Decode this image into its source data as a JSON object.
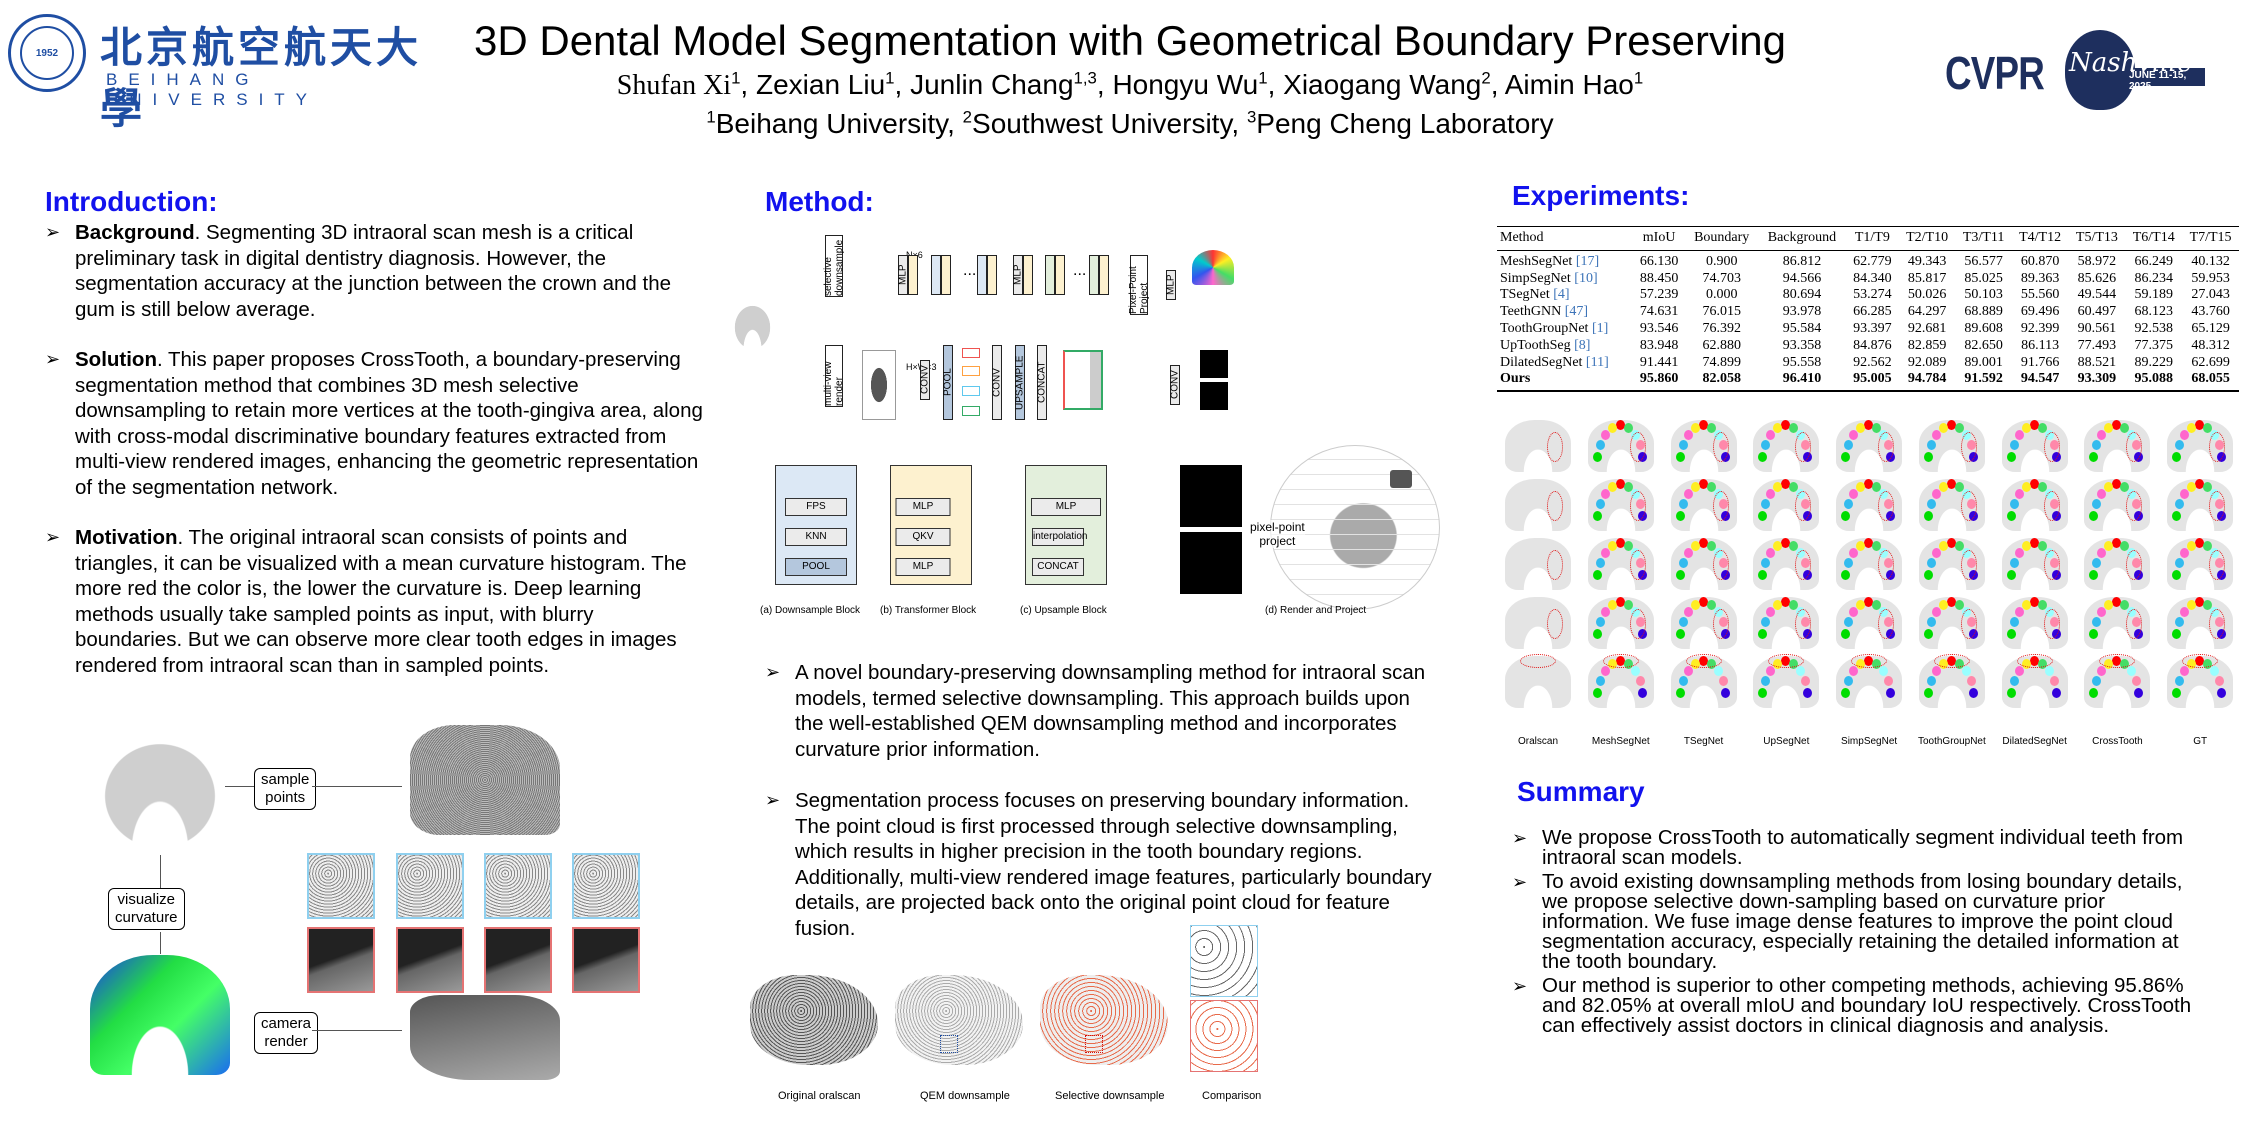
{
  "header": {
    "university_cn": "北京航空航天大學",
    "university_en": "BEIHANG UNIVERSITY",
    "seal_year": "1952",
    "title": "3D Dental Model Segmentation with Geometrical Boundary Preserving",
    "authors": [
      {
        "name": "Shufan Xi",
        "sup": "1"
      },
      {
        "name": "Zexian Liu",
        "sup": "1"
      },
      {
        "name": "Junlin Chang",
        "sup": "1,3"
      },
      {
        "name": "Hongyu Wu",
        "sup": "1"
      },
      {
        "name": "Xiaogang Wang",
        "sup": "2"
      },
      {
        "name": "Aimin Hao",
        "sup": "1"
      }
    ],
    "affiliations": [
      {
        "sup": "1",
        "name": "Beihang University"
      },
      {
        "sup": "2",
        "name": "Southwest University"
      },
      {
        "sup": "3",
        "name": "Peng Cheng Laboratory"
      }
    ],
    "conference": {
      "name": "CVPR",
      "city": "Nashville",
      "dates": "JUNE 11-15, 2025"
    }
  },
  "introduction": {
    "heading": "Introduction:",
    "bullets": [
      {
        "lead": "Background",
        "text": ". Segmenting 3D intraoral scan mesh is a critical preliminary task in digital dentistry diagnosis. However, the segmentation accuracy at the junction between the crown and the gum is still below average."
      },
      {
        "lead": "Solution",
        "text": ". This paper proposes CrossTooth, a boundary-preserving segmentation method that combines 3D mesh selective downsampling to retain more vertices at the tooth-gingiva area, along with cross-modal discriminative boundary features extracted from multi-view rendered images, enhancing the geometric representation of the segmentation network."
      },
      {
        "lead": "Motivation",
        "text": ". The original intraoral scan consists of points and triangles, it can be visualized with a mean curvature histogram. The more red the color is, the lower the curvature is. Deep learning methods usually take sampled points as input, with blurry boundaries. But we can observe more clear tooth edges in images rendered from intraoral scan than in sampled points."
      }
    ],
    "figure": {
      "sample_points": "sample\npoints",
      "visualize_curvature": "visualize\ncurvature",
      "camera_render": "camera\nrender"
    }
  },
  "method": {
    "heading": "Method:",
    "diagram": {
      "selective_downsample": "selective downsample",
      "multi_view_render": "multi-view render",
      "n6": "N×6",
      "hw3": "H×W×3",
      "mlp": "MLP",
      "conv": "CONV",
      "pool": "POOL",
      "upsample": "UPSAMPLE",
      "concat": "CONCAT",
      "pixel_point_project": "Pixel-Point Project",
      "ellipsis": "..."
    },
    "blocks": {
      "downsample": {
        "items": [
          "FPS",
          "KNN",
          "POOL"
        ],
        "caption": "(a) Downsample Block"
      },
      "transformer": {
        "items": [
          "MLP",
          "QKV",
          "MLP"
        ],
        "caption": "(b) Transformer Block"
      },
      "upsample": {
        "items": [
          "MLP",
          "interpolation",
          "CONCAT"
        ],
        "caption": "(c) Upsample Block"
      },
      "render": {
        "label": "pixel-point\nproject",
        "caption": "(d) Render and Project"
      }
    },
    "bullets": [
      "A novel boundary-preserving downsampling method for intraoral scan models, termed selective downsampling. This approach builds upon the well-established QEM downsampling method and incorporates curvature prior information.",
      "Segmentation process focuses on preserving boundary information. The point cloud is first processed through selective downsampling, which results in higher precision in the tooth boundary regions. Additionally, multi-view rendered image features, particularly boundary details, are projected back onto the original point cloud for feature fusion."
    ],
    "downsample_figure": {
      "captions": [
        "Original oralscan",
        "QEM downsample",
        "Selective downsample",
        "Comparison"
      ]
    }
  },
  "experiments": {
    "heading": "Experiments:",
    "table": {
      "columns": [
        "Method",
        "mIoU",
        "Boundary",
        "Background",
        "T1/T9",
        "T2/T10",
        "T3/T11",
        "T4/T12",
        "T5/T13",
        "T6/T14",
        "T7/T15"
      ],
      "rows": [
        {
          "method": "MeshSegNet",
          "ref": "[17]",
          "values": [
            "66.130",
            "0.900",
            "86.812",
            "62.779",
            "49.343",
            "56.577",
            "60.870",
            "58.972",
            "66.249",
            "40.132"
          ]
        },
        {
          "method": "SimpSegNet",
          "ref": "[10]",
          "values": [
            "88.450",
            "74.703",
            "94.566",
            "84.340",
            "85.817",
            "85.025",
            "89.363",
            "85.626",
            "86.234",
            "59.953"
          ]
        },
        {
          "method": "TSegNet",
          "ref": "[4]",
          "values": [
            "57.239",
            "0.000",
            "80.694",
            "53.274",
            "50.026",
            "50.103",
            "55.560",
            "49.544",
            "59.189",
            "27.043"
          ]
        },
        {
          "method": "TeethGNN",
          "ref": "[47]",
          "values": [
            "74.631",
            "76.015",
            "93.978",
            "66.285",
            "64.297",
            "68.889",
            "69.496",
            "60.497",
            "68.123",
            "43.760"
          ]
        },
        {
          "method": "ToothGroupNet",
          "ref": "[1]",
          "values": [
            "93.546",
            "76.392",
            "95.584",
            "93.397",
            "92.681",
            "89.608",
            "92.399",
            "90.561",
            "92.538",
            "65.129"
          ]
        },
        {
          "method": "UpToothSeg",
          "ref": "[8]",
          "values": [
            "83.948",
            "62.880",
            "93.358",
            "84.876",
            "82.859",
            "82.650",
            "86.113",
            "77.493",
            "77.375",
            "48.312"
          ]
        },
        {
          "method": "DilatedSegNet",
          "ref": "[11]",
          "values": [
            "91.441",
            "74.899",
            "95.558",
            "92.562",
            "92.089",
            "89.001",
            "91.766",
            "88.521",
            "89.229",
            "62.699"
          ]
        },
        {
          "method": "Ours",
          "ref": "",
          "values": [
            "95.860",
            "82.058",
            "96.410",
            "95.005",
            "94.784",
            "91.592",
            "94.547",
            "93.309",
            "95.088",
            "68.055"
          ]
        }
      ]
    },
    "visual_comparison": {
      "columns": [
        "Oralscan",
        "MeshSegNet",
        "TSegNet",
        "UpSegNet",
        "SimpSegNet",
        "ToothGroupNet",
        "DilatedSegNet",
        "CrossTooth",
        "GT"
      ],
      "rows": 5
    }
  },
  "summary": {
    "heading": "Summary",
    "bullets": [
      "We propose CrossTooth to automatically segment individual teeth from intraoral scan models.",
      "To avoid existing downsampling methods from losing boundary details, we propose selective down-sampling based on curvature prior information. We fuse image dense features to improve the point cloud segmentation accuracy, especially retaining the detailed information at the tooth boundary.",
      "Our method is superior to other competing methods, achieving 95.86% and 82.05% at overall mIoU and boundary IoU respectively. CrossTooth can effectively assist doctors in clinical diagnosis and analysis."
    ]
  },
  "colors": {
    "heading_blue": "#1212ee",
    "beihang_blue": "#1f4ea3",
    "cvpr_navy": "#1e2f5e",
    "ref_blue": "#3d74b8",
    "tooth_palette": [
      "#ff0000",
      "#ffee22",
      "#44dd66",
      "#ff66cc",
      "#99ffff",
      "#33bbee",
      "#ff88aa",
      "#00dd00",
      "#3300dd"
    ]
  }
}
